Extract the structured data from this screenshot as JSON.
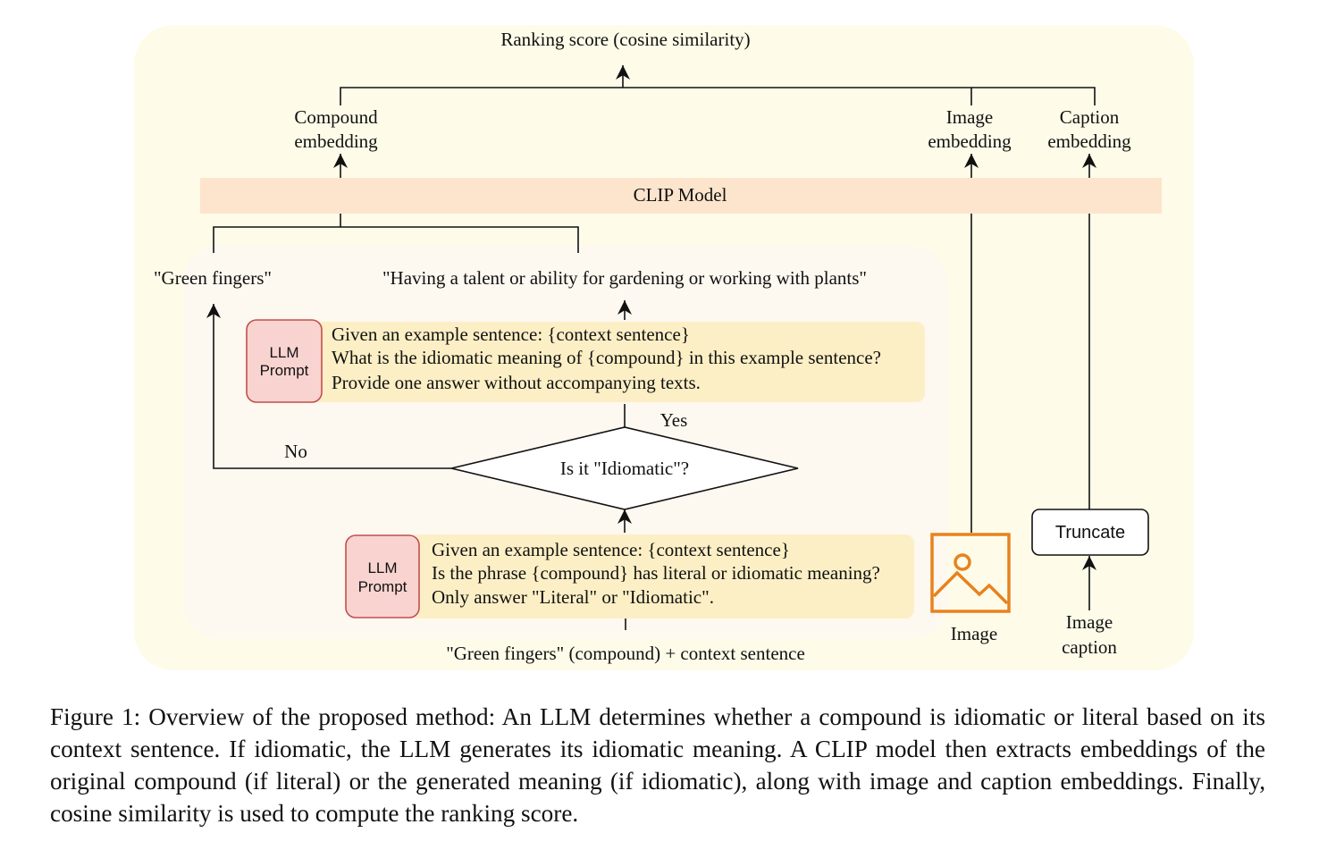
{
  "labels": {
    "ranking_score": "Ranking score (cosine similarity)",
    "compound_embedding_1": "Compound",
    "compound_embedding_2": "embedding",
    "image_embedding_1": "Image",
    "image_embedding_2": "embedding",
    "caption_embedding_1": "Caption",
    "caption_embedding_2": "embedding",
    "clip_model": "CLIP Model",
    "green_fingers": "\"Green fingers\"",
    "idiomatic_meaning": "\"Having a talent or ability for gardening or working with plants\"",
    "yes": "Yes",
    "no": "No",
    "decision": "Is it \"Idiomatic\"?",
    "input": "\"Green fingers\" (compound) + context sentence",
    "image": "Image",
    "truncate": "Truncate",
    "image_caption_1": "Image",
    "image_caption_2": "caption"
  },
  "prompt_top": {
    "tag_line1": "LLM",
    "tag_line2": "Prompt",
    "lines": [
      "Given an example sentence: {context sentence}",
      "What is the idiomatic meaning of {compound} in this example sentence?",
      "Provide one answer without accompanying texts."
    ]
  },
  "prompt_bottom": {
    "tag_line1": "LLM",
    "tag_line2": "Prompt",
    "lines": [
      "Given an example sentence: {context sentence}",
      "Is the phrase {compound} has literal or idiomatic meaning?",
      "Only answer \"Literal\" or \"Idiomatic\"."
    ]
  },
  "caption": "Figure 1: Overview of the proposed method: An LLM determines whether a compound is idiomatic or literal based on its context sentence. If idiomatic, the LLM generates its idiomatic meaning. A CLIP model then extracts embeddings of the original compound (if literal) or the generated meaning (if idiomatic), along with image and caption embeddings. Finally, cosine similarity is used to compute the ranking score.",
  "colors": {
    "outer_panel": "#fefce9",
    "inner_panel": "#fdf8f0",
    "clip_bar": "#fde4cc",
    "prompt_box": "#fdefc5",
    "llm_tag": "#f8d3d0",
    "llm_tag_border": "#c0504d",
    "image_icon": "#e8821e"
  },
  "icons": {
    "image": "image-placeholder-icon"
  }
}
